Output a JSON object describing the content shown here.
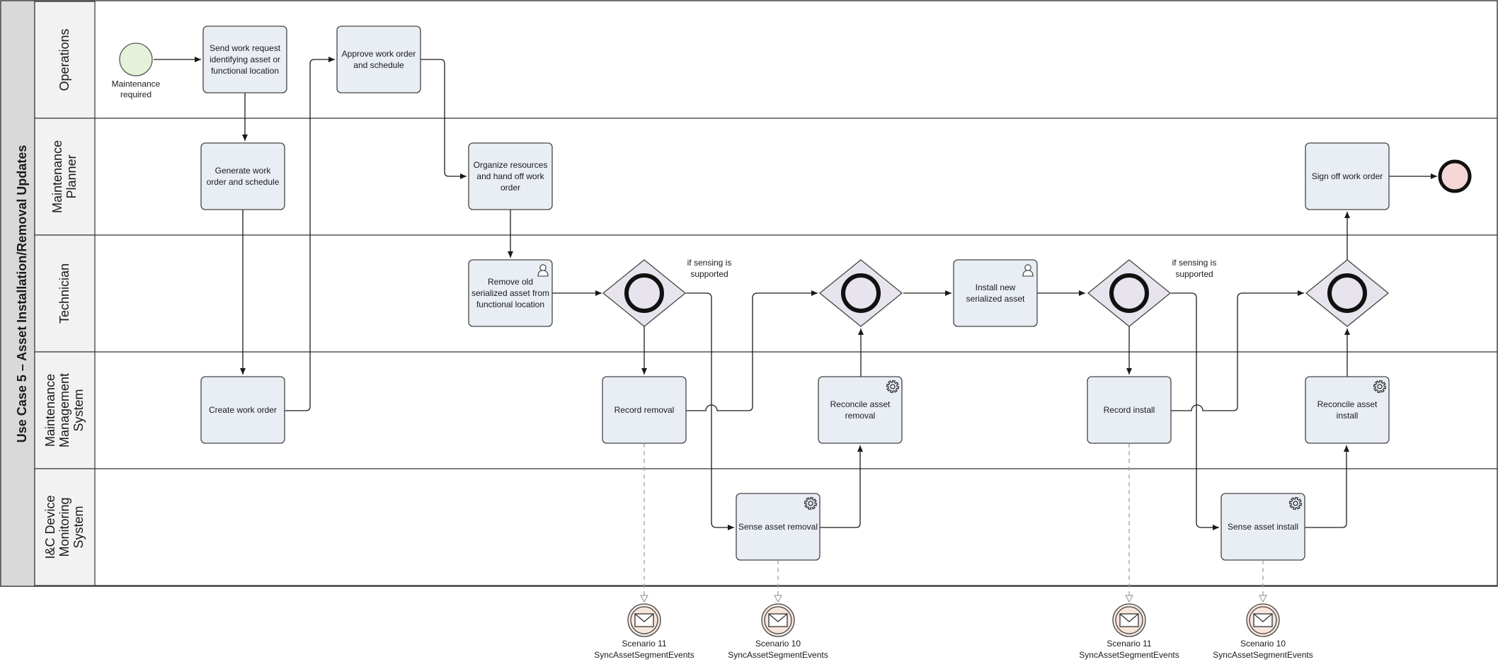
{
  "pool": {
    "title": "Use Case 5 – Asset Installation/Removal Updates"
  },
  "lanes": [
    {
      "id": "ops",
      "lines": [
        "Operations"
      ]
    },
    {
      "id": "planner",
      "lines": [
        "Maintenance",
        "Planner"
      ]
    },
    {
      "id": "tech",
      "lines": [
        "Technician"
      ]
    },
    {
      "id": "mms",
      "lines": [
        "Maintenance",
        "Management",
        "System"
      ]
    },
    {
      "id": "icd",
      "lines": [
        "I&C Device",
        "Monitoring",
        "System"
      ]
    }
  ],
  "start_event": {
    "label_lines": [
      "Maintenance",
      "required"
    ],
    "fill": "#e6f1d9"
  },
  "end_event": {
    "fill": "#f5d7d7"
  },
  "tasks": [
    {
      "id": "t_send",
      "lane": "ops",
      "lines": [
        "Send work request",
        "identifying asset or",
        "functional location"
      ]
    },
    {
      "id": "t_approve",
      "lane": "ops",
      "lines": [
        "Approve work order",
        "and schedule"
      ]
    },
    {
      "id": "t_generate",
      "lane": "planner",
      "lines": [
        "Generate work",
        "order and schedule"
      ]
    },
    {
      "id": "t_organize",
      "lane": "planner",
      "lines": [
        "Organize resources",
        "and hand off work",
        "order"
      ]
    },
    {
      "id": "t_signoff",
      "lane": "planner",
      "lines": [
        "Sign off work order"
      ]
    },
    {
      "id": "t_remove",
      "lane": "tech",
      "lines": [
        "Remove old",
        "serialized asset from",
        "functional location"
      ],
      "marker": "user"
    },
    {
      "id": "t_install",
      "lane": "tech",
      "lines": [
        "Install new",
        "serialized asset"
      ],
      "marker": "user"
    },
    {
      "id": "t_create",
      "lane": "mms",
      "lines": [
        "Create work order"
      ]
    },
    {
      "id": "t_recrem",
      "lane": "mms",
      "lines": [
        "Record removal"
      ]
    },
    {
      "id": "t_reconrem",
      "lane": "mms",
      "lines": [
        "Reconcile asset",
        "removal"
      ],
      "marker": "service"
    },
    {
      "id": "t_recins",
      "lane": "mms",
      "lines": [
        "Record install"
      ]
    },
    {
      "id": "t_reconins",
      "lane": "mms",
      "lines": [
        "Reconcile asset",
        "install"
      ],
      "marker": "service"
    },
    {
      "id": "t_senserem",
      "lane": "icd",
      "lines": [
        "Sense asset removal"
      ],
      "marker": "service"
    },
    {
      "id": "t_senseins",
      "lane": "icd",
      "lines": [
        "Sense asset install"
      ],
      "marker": "service"
    }
  ],
  "gateways": [
    {
      "id": "g1",
      "lane": "tech",
      "annotation_lines": [
        "if sensing is",
        "supported"
      ]
    },
    {
      "id": "g2",
      "lane": "tech",
      "annotation_lines": []
    },
    {
      "id": "g3",
      "lane": "tech",
      "annotation_lines": [
        "if sensing is",
        "supported"
      ]
    },
    {
      "id": "g4",
      "lane": "tech",
      "annotation_lines": []
    }
  ],
  "message_events": [
    {
      "id": "m1",
      "source": "t_recrem",
      "label_lines": [
        "Scenario 11",
        "SyncAssetSegmentEvents"
      ]
    },
    {
      "id": "m2",
      "source": "t_senserem",
      "label_lines": [
        "Scenario 10",
        "SyncAssetSegmentEvents"
      ]
    },
    {
      "id": "m3",
      "source": "t_recins",
      "label_lines": [
        "Scenario 11",
        "SyncAssetSegmentEvents"
      ]
    },
    {
      "id": "m4",
      "source": "t_senseins",
      "label_lines": [
        "Scenario 10",
        "SyncAssetSegmentEvents"
      ]
    }
  ],
  "colors": {
    "task_fill": "#e9eef5",
    "gateway_fill": "#e8e4ee",
    "lane_header_fill": "#f2f2f2",
    "pool_header_fill": "#d9d9d9",
    "message_fill": "#f7e6dc"
  }
}
